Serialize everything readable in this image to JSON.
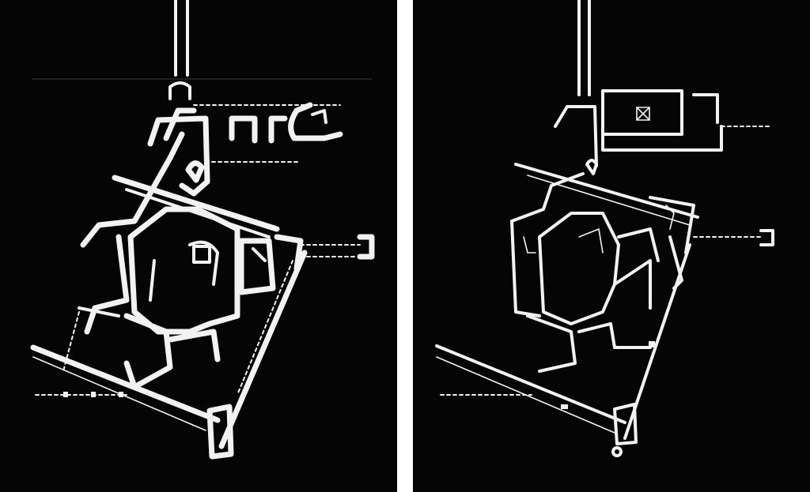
{
  "figure": {
    "panels": [
      {
        "id": "left",
        "view": "floor-plan-inverted"
      },
      {
        "id": "right",
        "view": "floor-plan-inverted"
      }
    ],
    "colors": {
      "background": "#050505",
      "lines": "#f2f2f2",
      "separator": "#ffffff"
    }
  }
}
